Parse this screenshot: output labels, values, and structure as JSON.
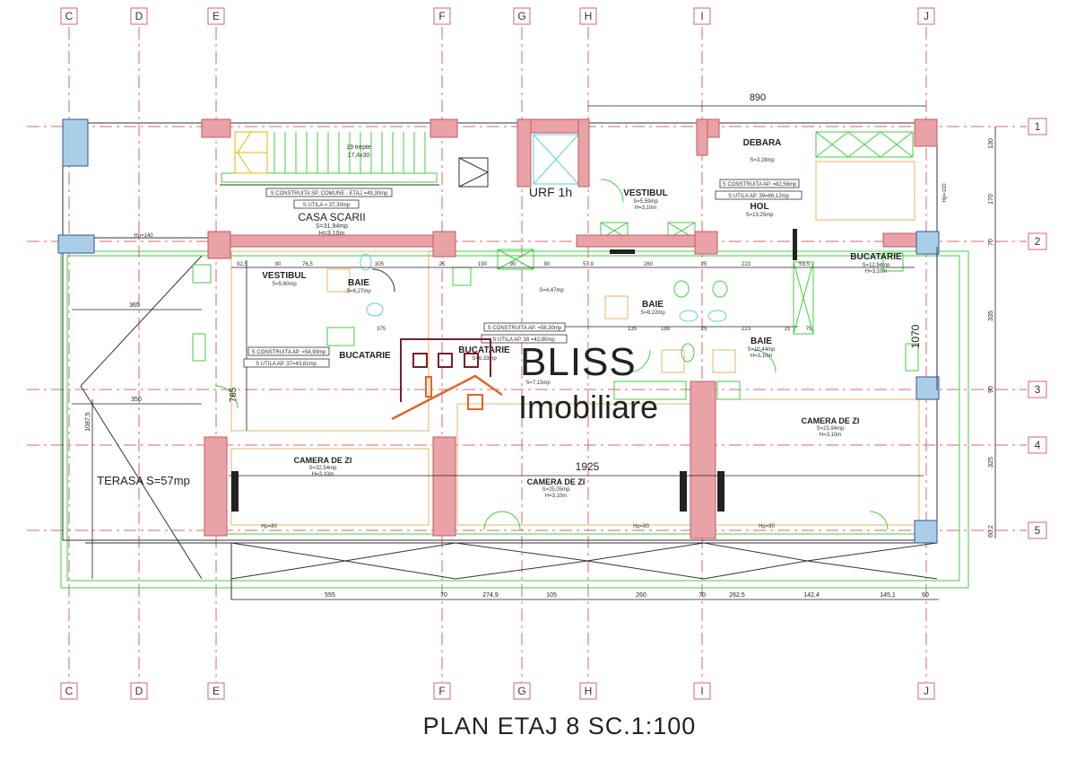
{
  "title": "PLAN ETAJ  8 SC.1:100",
  "axes": {
    "vertical": [
      "C",
      "D",
      "E",
      "F",
      "G",
      "H",
      "I",
      "J"
    ],
    "horizontal": [
      "1",
      "2",
      "3",
      "4",
      "5"
    ]
  },
  "rooms": {
    "casa_scarii": {
      "name": "CASA SCARII",
      "area": "S=31,94mp",
      "height": "H=3,10m"
    },
    "stairs": {
      "name": "19 trepte",
      "size": "17,4x30"
    },
    "stair_common": "S CONSTRUITA SP. COMUNE - ETAJ =49,30mp",
    "stair_util": "S UTILA = 37,30mp",
    "urf": "URF 1h",
    "vestibul_right": {
      "name": "VESTIBUL",
      "area": "S=5,59mp",
      "height": "H=3,10m"
    },
    "debara": {
      "name": "DEBARA",
      "area": "S=3,28mp"
    },
    "hol": {
      "name": "HOL",
      "area": "S=13,25mp"
    },
    "apt3_constr": "S CONSTRUITA AP. =82,56mp",
    "apt3_util": "S UTILA AP. 39=66,12mp",
    "vestibul_left": {
      "name": "VESTIBUL",
      "area": "S=5,60mp"
    },
    "baie_left": {
      "name": "BAIE",
      "area": "S=6,27mp"
    },
    "bucatarie_left": {
      "name": "BUCATARIE"
    },
    "apt1_constr": "S CONSTRUITA AP. =54,99mp",
    "apt1_util": "S UTILA AP. 37=43,81mp",
    "hol_mid": {
      "area": "S=4,47mp"
    },
    "apt2_constr": "S CONSTRUITA AP. =58,30mp",
    "apt2_util": "S UTILA AP. 38 =42,80mp",
    "bucatarie_mid": {
      "name": "BUCATARIE",
      "area": "S=6,33mp",
      "extra": "S=7,15mp"
    },
    "baie_mid": {
      "name": "BAIE",
      "area": "S=8,22mp"
    },
    "baie_right": {
      "name": "BAIE",
      "area": "S=10,44mp",
      "height": "H=3,10m"
    },
    "bucatarie_right": {
      "name": "BUCATARIE",
      "area": "S=12,94mp",
      "height": "H=3,10m"
    },
    "camera_left": {
      "name": "CAMERA DE ZI",
      "area": "S=32,54mp",
      "height": "H=3,10m"
    },
    "camera_mid": {
      "name": "CAMERA DE ZI",
      "area": "S=25,05mp",
      "height": "H=3,10m"
    },
    "camera_right": {
      "name": "CAMERA DE ZI",
      "area": "S=23,94mp",
      "height": "H=3,10m"
    },
    "terasa": "TERASA S=57mp"
  },
  "dimensions": {
    "top": "890",
    "mid": "1925",
    "right_total": "1070",
    "left_v": "765",
    "terasa_v": "1087,5",
    "terasa_h1": "365",
    "terasa_h2": "350",
    "bottom": [
      "555",
      "70",
      "274,9",
      "105",
      "260",
      "70",
      "262,5",
      "142,4",
      "145,1",
      "60"
    ],
    "right": [
      "130",
      "170",
      "70",
      "335",
      "90",
      "325",
      "60,2"
    ],
    "inner_row": [
      "92,5",
      "90",
      "76,5",
      "305",
      "25",
      "190",
      "90",
      "90",
      "57,9",
      "260",
      "25",
      "223",
      "59,5"
    ],
    "inner_row2": [
      "375",
      "135",
      "188",
      "25",
      "223",
      "15",
      "75"
    ],
    "hp": [
      "Hp=140",
      "Hp=80",
      "Hp=80",
      "Hp=80",
      "Hp=100"
    ]
  },
  "logo": {
    "brand": "BLISS",
    "sub": "Imobiliare"
  },
  "colors": {
    "wall": "#e9a2a6",
    "axis": "#d9666e",
    "green": "#3fcf3f",
    "logo_dark": "#7a1f2b",
    "logo_orange": "#e2652a"
  }
}
